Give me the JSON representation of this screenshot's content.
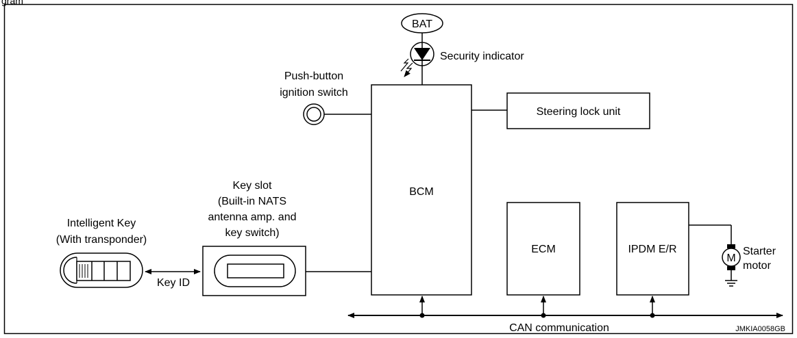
{
  "diagram": {
    "header_fragment": "gram",
    "bat": "BAT",
    "security_indicator": "Security indicator",
    "push_button_line1": "Push-button",
    "push_button_line2": "ignition switch",
    "bcm": "BCM",
    "steering_lock_unit": "Steering lock unit",
    "key_slot_lines": [
      "Key slot",
      "(Built-in NATS",
      "antenna amp. and",
      "key switch)"
    ],
    "intelligent_key_line1": "Intelligent Key",
    "intelligent_key_line2": "(With transponder)",
    "key_id": "Key ID",
    "ecm": "ECM",
    "ipdm": "IPDM E/R",
    "motor_symbol": "M",
    "starter_line1": "Starter",
    "starter_line2": "motor",
    "can_communication": "CAN communication",
    "figure_code": "JMKIA0058GB"
  }
}
